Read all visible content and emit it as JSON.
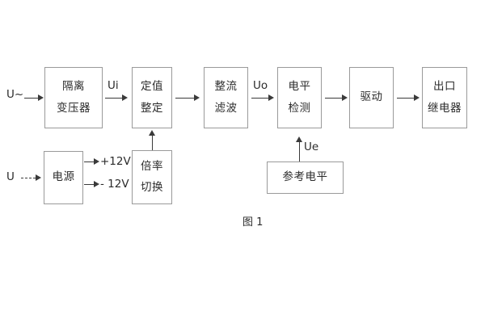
{
  "figure": {
    "caption": "图 1",
    "colors": {
      "box_border": "#9a9a9a",
      "line": "#3a3a3a",
      "text": "#2b2b2b",
      "background": "#ffffff"
    }
  },
  "blocks": [
    {
      "id": "isolation-transformer",
      "line1": "隔离",
      "line2": "变压器"
    },
    {
      "id": "setting-value",
      "line1": "定值",
      "line2": "整定"
    },
    {
      "id": "rectifier-filter",
      "line1": "整流",
      "line2": "滤波"
    },
    {
      "id": "level-detection",
      "line1": "电平",
      "line2": "检测"
    },
    {
      "id": "drive",
      "line1": "驱动",
      "line2": ""
    },
    {
      "id": "output-relay",
      "line1": "出口",
      "line2": "继电器"
    },
    {
      "id": "power-supply",
      "line1": "电源",
      "line2": ""
    },
    {
      "id": "multiplier-switch",
      "line1": "倍率",
      "line2": "切换"
    },
    {
      "id": "reference-level",
      "line1": "参考电平",
      "line2": ""
    }
  ],
  "signals": {
    "input_ac": "U~",
    "input_dc": "U",
    "ui": "Ui",
    "uo": "Uo",
    "ue": "Ue",
    "supply_positive": "+12V",
    "supply_negative": "- 12V"
  }
}
